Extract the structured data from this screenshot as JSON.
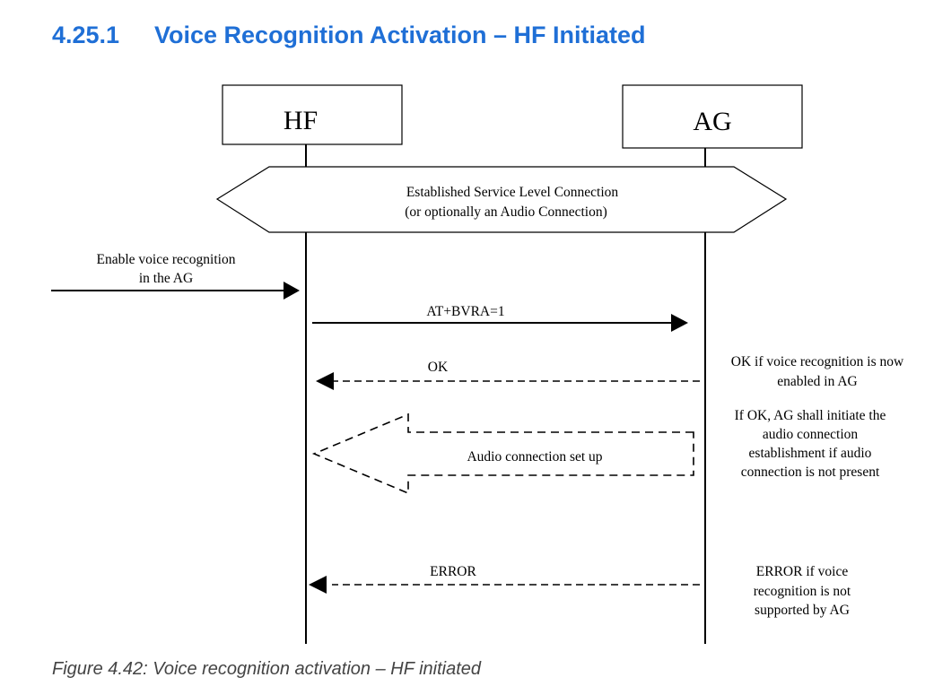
{
  "heading": {
    "number": "4.25.1",
    "title": "Voice Recognition Activation – HF Initiated"
  },
  "entities": {
    "hf": "HF",
    "ag": "AG"
  },
  "connection": {
    "line1": "Established Service Level Connection",
    "line2": "(or optionally an Audio Connection)"
  },
  "trigger": {
    "line1": "Enable voice recognition",
    "line2": "in the AG"
  },
  "messages": {
    "bvra": "AT+BVRA=1",
    "ok": "OK",
    "audio_setup": "Audio connection set up",
    "error": "ERROR"
  },
  "notes": {
    "ok": [
      "OK if voice recognition is now",
      "enabled in AG"
    ],
    "audio": [
      "If OK, AG shall initiate the",
      "audio connection",
      "establishment if audio",
      "connection is not present"
    ],
    "error": [
      "ERROR if voice",
      "recognition is not",
      "supported by AG"
    ]
  },
  "caption": "Figure 4.42: Voice recognition activation – HF initiated"
}
